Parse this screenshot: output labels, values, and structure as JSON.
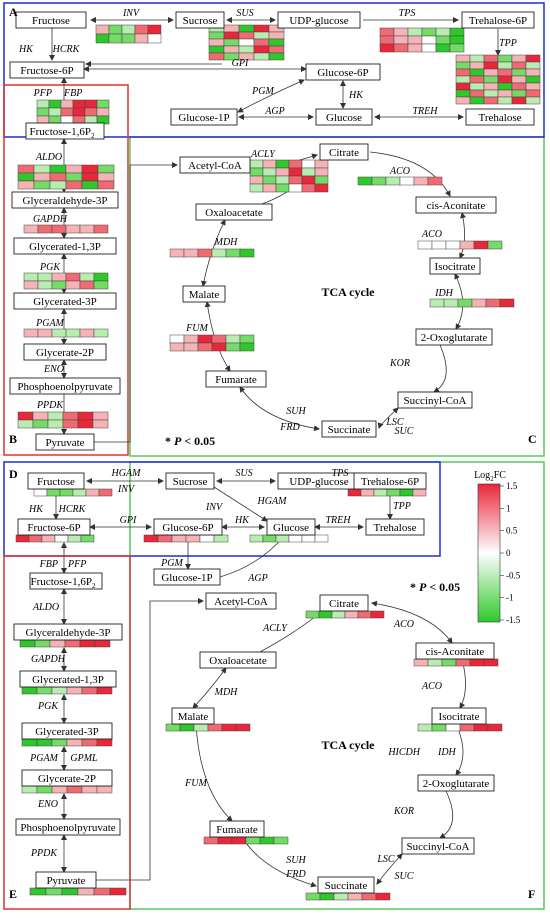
{
  "panels": {
    "A": "A",
    "B": "B",
    "C": "C",
    "D": "D",
    "E": "E",
    "F": "F"
  },
  "sig_label": {
    "star": "* ",
    "P": "P",
    "rest": " < 0.05"
  },
  "tca_label": "TCA cycle",
  "legend": {
    "title_main": "Log",
    "title_sub": "2",
    "title_tail": "FC",
    "ticks": [
      "1.5",
      "1",
      "0.5",
      "0",
      "-0.5",
      "-1",
      "-1.5"
    ]
  },
  "colors": {
    "up3": "#e8283a",
    "up2": "#ef6a72",
    "up1": "#f6b3b6",
    "zero": "#ffffff",
    "dn1": "#b8ecb0",
    "dn2": "#73db66",
    "dn3": "#2ec82a",
    "frame_blue": "#1d2bd9",
    "frame_red": "#e03232",
    "frame_green": "#55cc55"
  },
  "metabolites_top": [
    "Fructose",
    "Sucrose",
    "UDP-glucose",
    "Trehalose-6P",
    "Fructose-6P",
    "Glucose-6P",
    "Glucose-1P",
    "Glucose",
    "Trehalose",
    "Fructose-1,6P",
    "Glyceraldehyde-3P",
    "Glycerated-1,3P",
    "Glycerated-3P",
    "Glycerate-2P",
    "Phosphoenolpyruvate",
    "Pyruvate",
    "Acetyl-CoA",
    "Citrate",
    "cis-Aconitate",
    "Oxaloacetate",
    "Isocitrate",
    "Malate",
    "2-Oxoglutarate",
    "Fumarate",
    "Succinyl-CoA",
    "Succinate"
  ],
  "metabolites_bottom": [
    "Fructose",
    "Sucrose",
    "UDP-glucose",
    "Trehalose-6P",
    "Fructose-6P",
    "Glucose-6P",
    "Glucose",
    "Trehalose",
    "Glucose-1P",
    "Fructose-1,6P",
    "Glyceraldehyde-3P",
    "Glycerated-1,3P",
    "Glycerated-3P",
    "Glycerate-2P",
    "Phosphoenolpyruvate",
    "Pyruvate",
    "Acetyl-CoA",
    "Citrate",
    "cis-Aconitate",
    "Oxaloacetate",
    "Isocitrate",
    "Malate",
    "2-Oxoglutarate",
    "Fumarate",
    "Succinyl-CoA",
    "Succinate"
  ],
  "enzymes_top": [
    "INV",
    "SUS",
    "TPS",
    "TPP",
    "HK",
    "HCRK",
    "GPI",
    "PGM",
    "HK",
    "AGP",
    "TREH",
    "PFP",
    "FBP",
    "ALDO",
    "GAPDH",
    "PGK",
    "PGAM",
    "ENO",
    "PPDK",
    "ACLY",
    "ACO",
    "ACO",
    "MDH",
    "IDH",
    "FUM",
    "KOR",
    "SUH",
    "LSC",
    "FRD",
    "SUC"
  ],
  "enzymes_bottom": [
    "HGAM",
    "INV",
    "SUS",
    "TPS",
    "HGAM",
    "TPP",
    "HK",
    "HCRK",
    "GPI",
    "INV",
    "HK",
    "TREH",
    "FBP",
    "PFP",
    "PGM",
    "AGP",
    "ALDO",
    "GAPDH",
    "PGK",
    "PGAM",
    "GPML",
    "ENO",
    "PPDK",
    "ACLY",
    "ACO",
    "ACO",
    "MDH",
    "HICDH",
    "IDH",
    "FUM",
    "KOR",
    "SUH",
    "LSC",
    "FRD",
    "SUC"
  ],
  "heatmaps_top": {
    "INV": [
      [
        "up1",
        "dn2",
        "dn1",
        "up2",
        "up3"
      ],
      [
        "dn3",
        "dn2",
        "dn2",
        "up1",
        "zero"
      ]
    ],
    "SUS": [
      [
        "dn1",
        "up1",
        "dn3",
        "up3",
        "up1"
      ],
      [
        "dn2",
        "up3",
        "up2",
        "dn1",
        "up1"
      ],
      [
        "up1",
        "dn2",
        "zero",
        "up2",
        "dn3"
      ],
      [
        "dn3",
        "up1",
        "dn1",
        "up3",
        "up2"
      ],
      [
        "up2",
        "dn2",
        "up1",
        "dn1",
        "dn3"
      ]
    ],
    "TPS": [
      [
        "up2",
        "up1",
        "dn1",
        "dn2",
        "dn1",
        "dn3"
      ],
      [
        "up2",
        "up1",
        "up1",
        "zero",
        "dn2",
        "dn3"
      ],
      [
        "up3",
        "up2",
        "up1",
        "zero",
        "dn3",
        "dn2"
      ]
    ],
    "TPP": [
      [
        "up1",
        "dn1",
        "up2",
        "dn2",
        "up1",
        "up3"
      ],
      [
        "dn2",
        "up1",
        "up3",
        "dn1",
        "up2",
        "dn1"
      ],
      [
        "up2",
        "dn3",
        "up1",
        "up2",
        "dn2",
        "up1"
      ],
      [
        "dn1",
        "up2",
        "dn2",
        "up3",
        "up1",
        "dn3"
      ],
      [
        "up3",
        "dn1",
        "up1",
        "dn3",
        "up2",
        "up1"
      ],
      [
        "dn3",
        "up2",
        "dn1",
        "up1",
        "dn2",
        "up2"
      ],
      [
        "up1",
        "dn3",
        "up2",
        "dn1",
        "up3",
        "dn1"
      ]
    ],
    "PFP_FBP": [
      [
        "dn1",
        "dn3",
        "up1",
        "up3",
        "up3",
        "dn2"
      ],
      [
        "dn2",
        "dn1",
        "up2",
        "up3",
        "up2",
        "up1"
      ],
      [
        "up1",
        "dn2",
        "zero",
        "up2",
        "dn1",
        "dn3"
      ]
    ],
    "ALDO": [
      [
        "up2",
        "dn1",
        "dn3",
        "up1",
        "up3",
        "dn2"
      ],
      [
        "dn3",
        "up1",
        "up2",
        "dn2",
        "up3",
        "up1"
      ],
      [
        "up1",
        "dn2",
        "dn1",
        "up2",
        "dn3",
        "up2"
      ]
    ],
    "GAPDH": [
      [
        "up1",
        "up2",
        "up2",
        "up1",
        "up1",
        "up2"
      ]
    ],
    "PGK": [
      [
        "dn1",
        "dn1",
        "up1",
        "up2",
        "dn1",
        "dn3"
      ],
      [
        "up1",
        "dn1",
        "dn2",
        "up1",
        "up2",
        "dn2"
      ]
    ],
    "PGAM": [
      [
        "up1",
        "up1",
        "dn1",
        "dn1",
        "up1",
        "dn1"
      ]
    ],
    "PPDK": [
      [
        "up3",
        "up1",
        "dn1",
        "up2",
        "up3",
        "up1"
      ],
      [
        "dn1",
        "dn2",
        "dn1",
        "up2",
        "up3",
        "up1"
      ]
    ],
    "ACLY": [
      [
        "dn1",
        "up1",
        "dn3",
        "up2",
        "zero",
        "up1"
      ],
      [
        "dn2",
        "dn1",
        "up1",
        "up3",
        "dn1",
        "up1"
      ],
      [
        "up1",
        "dn2",
        "dn1",
        "up2",
        "up3",
        "dn2"
      ],
      [
        "dn1",
        "up1",
        "dn2",
        "zero",
        "up2",
        "up3"
      ]
    ],
    "ACO1": [
      [
        "dn3",
        "dn2",
        "dn1",
        "zero",
        "up1",
        "up2"
      ]
    ],
    "ACO2": [
      [
        "zero",
        "zero",
        "zero",
        "up1",
        "up3",
        "dn2"
      ]
    ],
    "MDH": [
      [
        "up1",
        "up1",
        "up2",
        "dn1",
        "dn2",
        "dn3"
      ]
    ],
    "IDH": [
      [
        "dn1",
        "dn1",
        "dn2",
        "up1",
        "up2",
        "up3"
      ]
    ],
    "FUM": [
      [
        "zero",
        "up1",
        "up3",
        "up2",
        "dn1",
        "dn2"
      ],
      [
        "up1",
        "up1",
        "up2",
        "up3",
        "dn2",
        "dn3"
      ]
    ]
  },
  "heatmaps_bottom": {
    "Fructose": [
      [
        "zero",
        "dn2",
        "dn2",
        "dn1",
        "up1",
        "up2"
      ]
    ],
    "Trehalose-6P": [
      [
        "up3",
        "up1",
        "dn1",
        "dn2",
        "dn3",
        "up1"
      ]
    ],
    "Fructose-6P": [
      [
        "up3",
        "up2",
        "up1",
        "zero",
        "dn1",
        "dn2"
      ]
    ],
    "Glucose-6P": [
      [
        "up3",
        "up2",
        "up1",
        "up1",
        "zero",
        "dn1"
      ]
    ],
    "Glucose": [
      [
        "dn1",
        "dn2",
        "dn1",
        "zero",
        "zero",
        "zero"
      ]
    ],
    "Glyceraldehyde-3P": [
      [
        "dn3",
        "dn2",
        "up1",
        "up2",
        "up3",
        "up3"
      ]
    ],
    "Glycerated-1,3P": [
      [
        "dn3",
        "dn2",
        "dn1",
        "up1",
        "up2",
        "up3"
      ]
    ],
    "Glycerated-3P": [
      [
        "dn3",
        "dn3",
        "dn2",
        "up1",
        "up2",
        "up3"
      ]
    ],
    "Glycerate-2P": [
      [
        "dn1",
        "dn2",
        "up1",
        "up2",
        "up1",
        "up1"
      ]
    ],
    "Pyruvate": [
      [
        "dn3",
        "dn2",
        "dn3",
        "up1",
        "up2",
        "up3"
      ]
    ],
    "Citrate": [
      [
        "dn2",
        "dn3",
        "dn1",
        "up1",
        "up2",
        "up3"
      ]
    ],
    "cis-Aconitate": [
      [
        "up1",
        "dn1",
        "dn2",
        "up2",
        "up3",
        "up3"
      ]
    ],
    "Isocitrate": [
      [
        "dn1",
        "dn2",
        "zero",
        "up2",
        "up3",
        "up3"
      ]
    ],
    "Malate": [
      [
        "dn2",
        "dn3",
        "dn1",
        "up2",
        "up3",
        "up3"
      ]
    ],
    "Fumarate": [
      [
        "up2",
        "up3",
        "up3",
        "dn2",
        "dn3",
        "dn2"
      ]
    ],
    "Succinate": [
      [
        "dn2",
        "dn3",
        "dn1",
        "up1",
        "up2",
        "up3"
      ]
    ]
  }
}
